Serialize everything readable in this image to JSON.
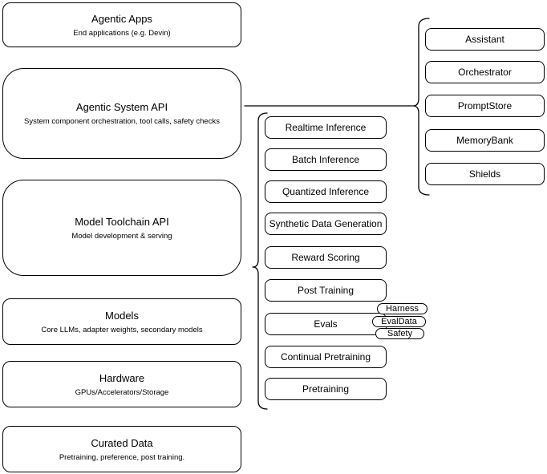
{
  "diagram": {
    "left_column": [
      {
        "title": "Agentic Apps",
        "subtitle": "End applications (e.g. Devin)"
      },
      {
        "title": "Agentic System API",
        "subtitle": "System component orchestration, tool calls, safety checks"
      },
      {
        "title": "Model Toolchain API",
        "subtitle": "Model development & serving"
      },
      {
        "title": "Models",
        "subtitle": "Core LLMs, adapter weights, secondary models"
      },
      {
        "title": "Hardware",
        "subtitle": "GPUs/Accelerators/Storage"
      },
      {
        "title": "Curated Data",
        "subtitle": "Pretraining, preference, post training."
      }
    ],
    "toolchain_components": [
      "Realtime Inference",
      "Batch Inference",
      "Quantized Inference",
      "Synthetic Data Generation",
      "Reward Scoring",
      "Post Training",
      "Evals",
      "Continual Pretraining",
      "Pretraining"
    ],
    "eval_tags": [
      "Harness",
      "EvalData",
      "Safety"
    ],
    "system_components": [
      "Assistant",
      "Orchestrator",
      "PromptStore",
      "MemoryBank",
      "Shields"
    ],
    "colors": {
      "node_border": "#000000",
      "node_fill": "#ffffff",
      "text": "#000000",
      "connector": "#000000"
    }
  }
}
